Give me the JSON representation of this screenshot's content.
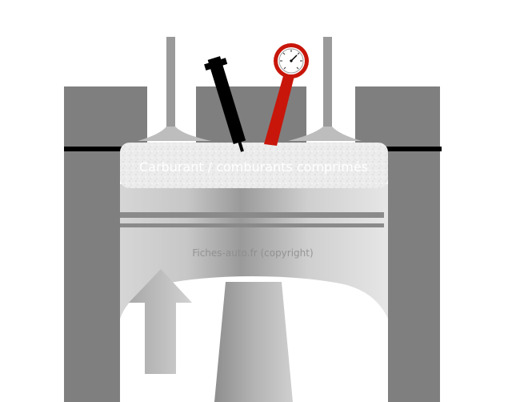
{
  "diagram": {
    "chamber_label": "Carburant / comburants comprimés",
    "watermark": "Fiches-auto.fr (copyright)",
    "components": {
      "injector": "black injector",
      "gauge": "red pressure gauge",
      "arrow": "upward arrow"
    },
    "colors": {
      "cylinder_wall": "#7f7f7f",
      "head_line": "#000000",
      "injector": "#000000",
      "gauge": "#c8160a",
      "chamber": "#ebebeb",
      "chamber_text": "#ffffff",
      "piston_ring": "#8a8a8a",
      "watermark_text": "#8c8c8c"
    }
  }
}
